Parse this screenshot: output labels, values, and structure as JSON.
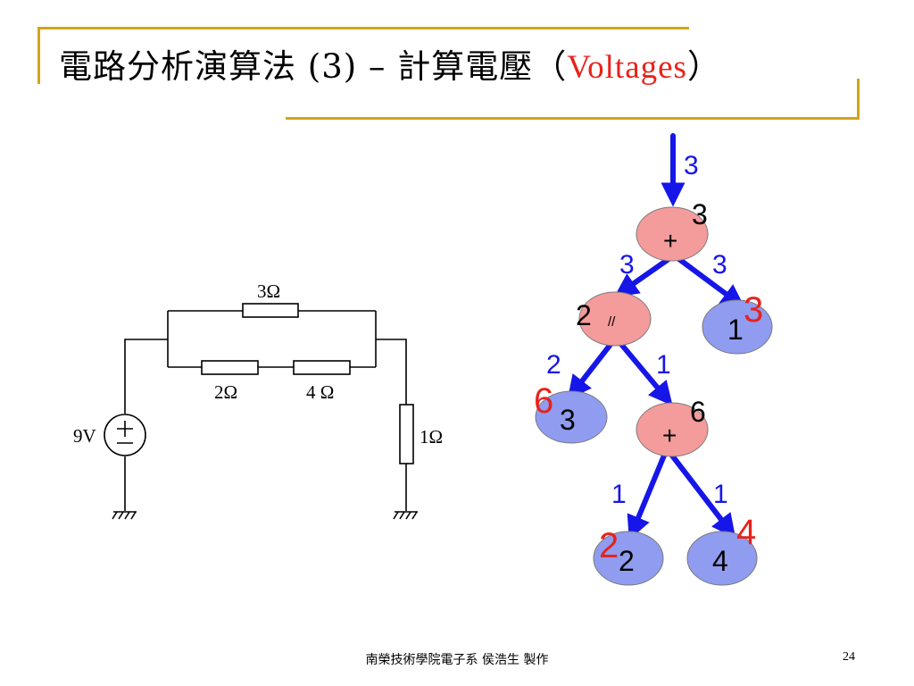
{
  "title": {
    "main": "電路分析演算法 (3) – 計算電壓（",
    "accent": "Voltages",
    "close": "）"
  },
  "circuit": {
    "r_top": "3Ω",
    "r_left": "2Ω",
    "r_mid": "4 Ω",
    "r_right": "1Ω",
    "source": "9V"
  },
  "tree": {
    "input_current": "3",
    "root": {
      "op": "+",
      "value": "3"
    },
    "root_left_current": "3",
    "root_right_current": "3",
    "par": {
      "op": "//",
      "value": "2"
    },
    "leaf1": {
      "value": "1",
      "voltage": "3"
    },
    "par_left_current": "2",
    "par_right_current": "1",
    "leaf3": {
      "value": "3",
      "voltage": "6"
    },
    "sum": {
      "op": "+",
      "value": "6"
    },
    "sum_left_current": "1",
    "sum_right_current": "1",
    "leaf2": {
      "value": "2",
      "voltage": "2"
    },
    "leaf4": {
      "value": "4",
      "voltage": "4"
    }
  },
  "colors": {
    "accent": "#d4a418",
    "op_node": "#f49b9b",
    "leaf_node": "#8f9cf0",
    "arrow": "#1616e8",
    "voltage": "#e8221c"
  },
  "footer": {
    "credit": "南榮技術學院電子系 侯浩生 製作",
    "page": "24"
  }
}
